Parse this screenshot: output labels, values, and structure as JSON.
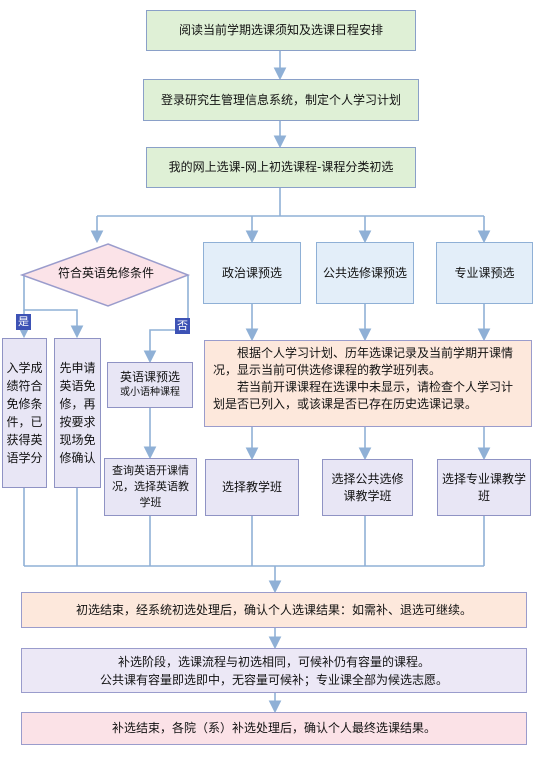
{
  "steps": {
    "read_notice": "阅读当前学期选课须知及选课日程安排",
    "login": "登录研究生管理信息系统，制定个人学习计划",
    "online_select": "我的网上选课-网上初选课程-课程分类初选",
    "exempt_condition": "符合英语免修条件",
    "politics": "政治课预选",
    "public_elective": "公共选修课预选",
    "major": "专业课预选",
    "yes_label": "是",
    "no_label": "否",
    "exempt_score": "入学成绩符合免修条件，已获得英语学分",
    "apply_exempt": "先申请英语免修，再按要求现场免修确认",
    "english_pre": "英语课预选",
    "english_pre_sub": "或小语种课程",
    "plan_line1": "根据个人学习计划、历年选课记录及当前学期开课情况，显示当前可供选修课程的教学班列表。",
    "plan_line2": "若当前开课课程在选课中未显示，请检查个人学习计划是否已列入，或该课是否已存在历史选课记录。",
    "query_english": "查询英语开课情况，选择英语教学班",
    "select_class": "选择教学班",
    "select_public": "选择公共选修课教学班",
    "select_major": "选择专业课教学班",
    "initial_end": "初选结束，经系统初选处理后，确认个人选课结果：如需补、退选可继续。",
    "supp_line1": "补选阶段，选课流程与初选相同，可候补仍有容量的课程。",
    "supp_line2": "公共课有容量即选即中，无容量可候补；专业课全部为候选志愿。",
    "final": "补选结束，各院（系）补选处理后，确认个人最终选课结果。"
  },
  "colors": {
    "line": "#8fb0d6",
    "tag": "#3d52b5"
  }
}
